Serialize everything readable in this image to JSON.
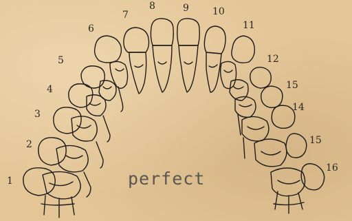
{
  "caption": "perfect",
  "tooth_numbers": {
    "n1": "1",
    "n2": "2",
    "n3": "3",
    "n4": "4",
    "n5": "5",
    "n6": "6",
    "n7": "7",
    "n8": "8",
    "n9": "9",
    "n10": "10",
    "n11": "11",
    "n12": "12",
    "n13": "15",
    "n14": "14",
    "n15": "15",
    "n16": "16"
  },
  "colors": {
    "paper": "#e3c596",
    "ink": "#2a2622",
    "stamp": "#5a5650"
  }
}
